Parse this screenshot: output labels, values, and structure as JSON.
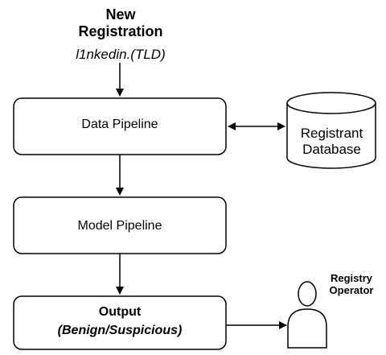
{
  "new_registration": {
    "title": "New\nRegistration",
    "domain": "l1nkedin.(TLD)"
  },
  "data_pipeline": {
    "label": "Data Pipeline"
  },
  "model_pipeline": {
    "label": "Model Pipeline"
  },
  "output": {
    "title": "Output",
    "subtitle": "(Benign/Suspicious)"
  },
  "database": {
    "label": "Registrant\nDatabase"
  },
  "registry_operator": {
    "label": "Registry\nOperator"
  },
  "colors": {
    "stroke": "#000000",
    "fill": "#ffffff",
    "text": "#000000"
  }
}
